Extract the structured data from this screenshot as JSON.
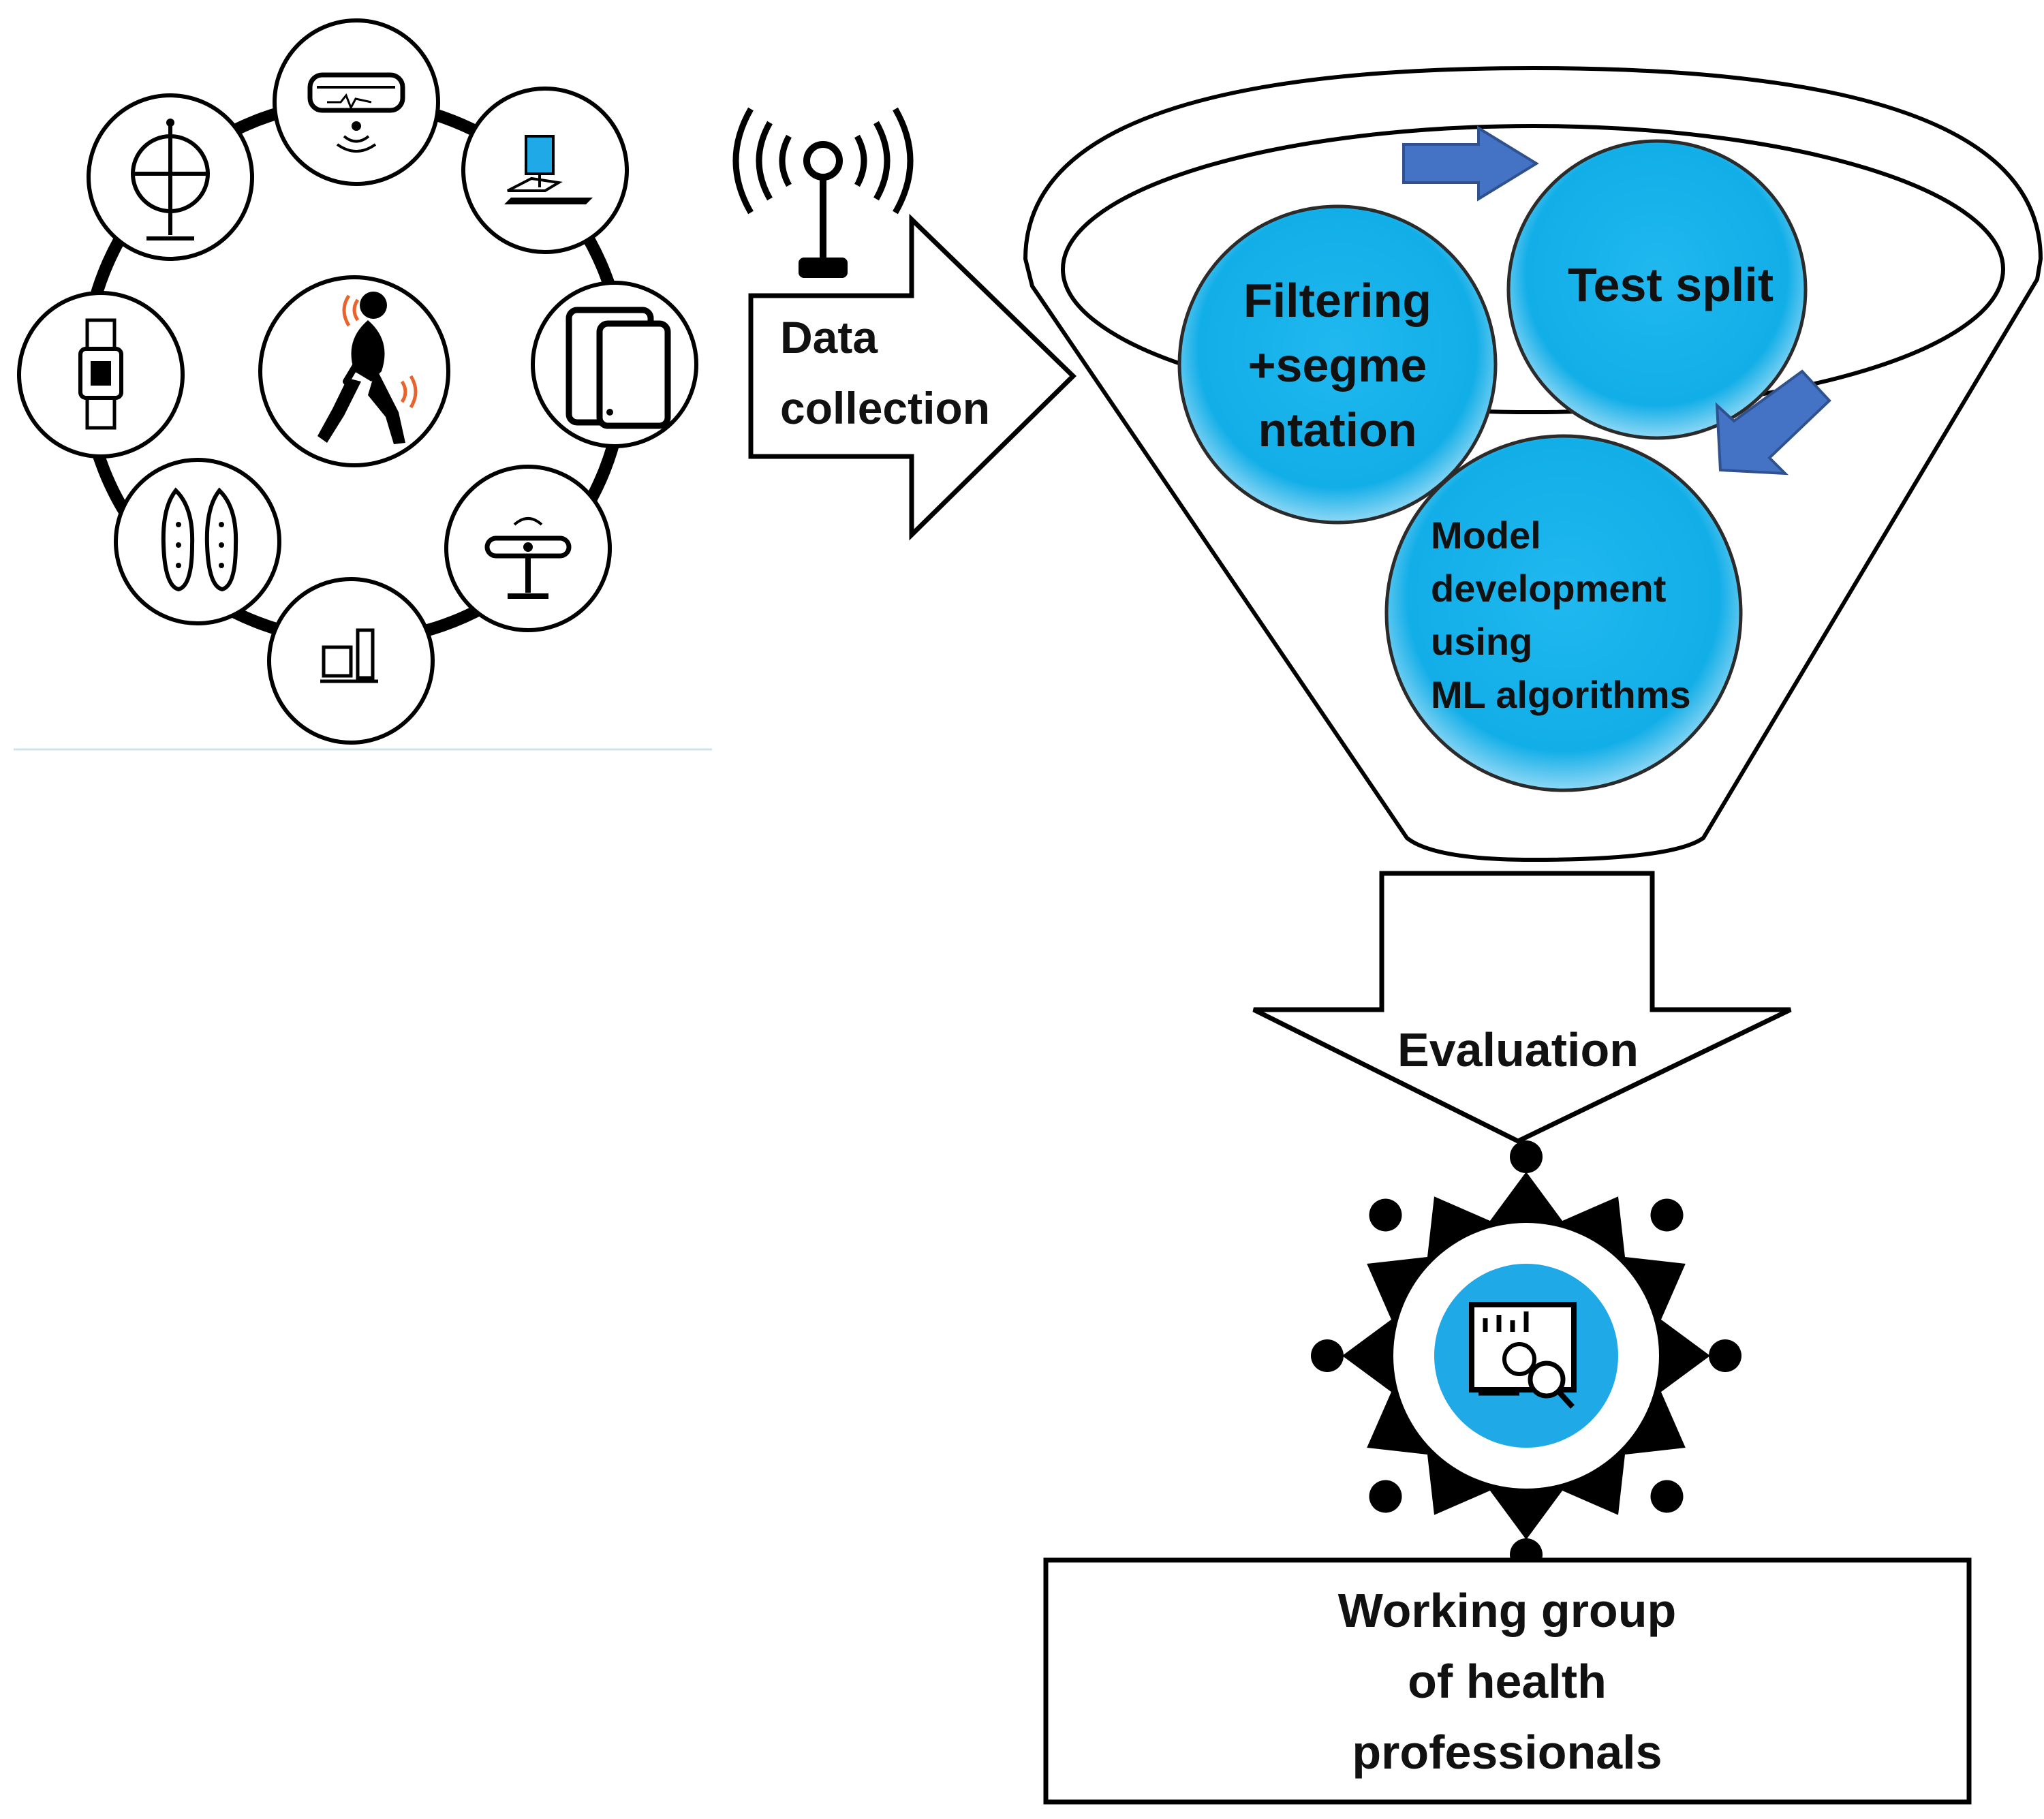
{
  "diagram": {
    "data_collection": {
      "line1": "Data",
      "line2": "collection"
    },
    "pipeline": {
      "filtering": {
        "line1": "Filtering",
        "line2": "+segme",
        "line3": "ntation"
      },
      "test_split": {
        "label": "Test split"
      },
      "model": {
        "line1": "Model",
        "line2": "development",
        "line3": "using",
        "line4": "ML algorithms"
      }
    },
    "evaluation": {
      "label": "Evaluation"
    },
    "working_group": {
      "line1": "Working group",
      "line2": "of health",
      "line3": "professionals"
    }
  },
  "colors": {
    "bubble": "#12aee8",
    "bubble_border": "#2b2b2b",
    "small_arrow": "#4472c4",
    "outline": "#000000",
    "sensor_accent": "#e8642c",
    "screen_accent": "#1fa9e6"
  },
  "icons": {
    "center": "person-tremor-icon",
    "devices": [
      "force-plate-icon",
      "robot-sensor-icon",
      "smartwatch-icon",
      "insoles-icon",
      "pc-station-icon",
      "mobile-device-icon",
      "camera-sensor-icon",
      "gyro-tripod-icon"
    ],
    "antenna": "antenna-icon",
    "team": "team-dashboard-icon"
  }
}
